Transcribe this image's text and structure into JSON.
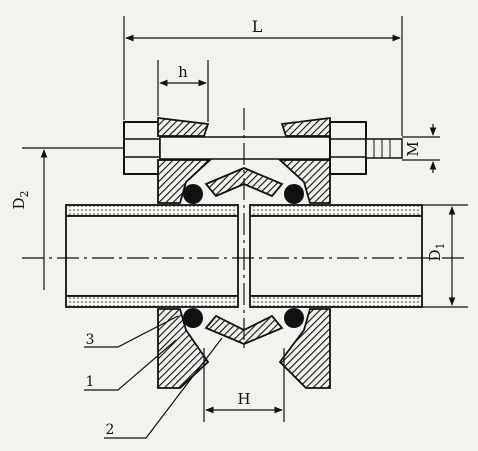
{
  "drawing": {
    "labels": {
      "L": "L",
      "h": "h",
      "M": "M",
      "D2": "D",
      "D2_sub": "2",
      "D1": "D",
      "D1_sub": "1",
      "H": "H"
    },
    "callouts": {
      "part_1": "1",
      "part_2": "2",
      "part_3": "3"
    },
    "colors": {
      "ink": "#111111",
      "paper": "#f2f2ef",
      "pipe_wall": "#d9d9d4"
    }
  }
}
